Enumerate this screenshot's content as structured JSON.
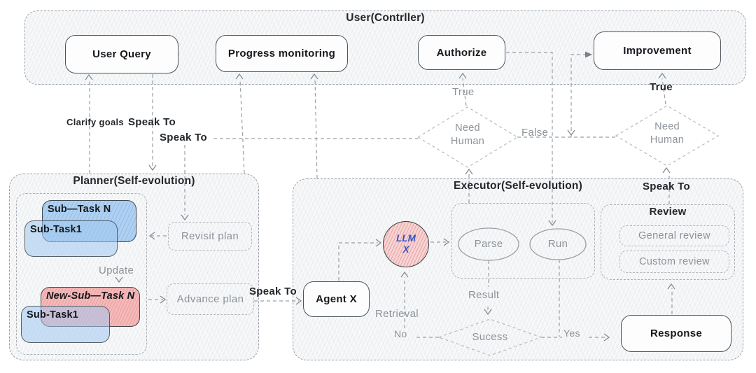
{
  "user_section": {
    "title": "User(Contrller)",
    "user_query": "User Query",
    "progress_monitoring": "Progress monitoring",
    "authorize": "Authorize",
    "improvement": "Improvement"
  },
  "planner_section": {
    "title": "Planner(Self-evolution)",
    "sub_task_n": "Sub—Task N",
    "sub_task1_top": "Sub-Task1",
    "new_sub_task_n": "New-Sub—Task N",
    "sub_task1_bottom": "Sub-Task1",
    "revisit_plan": "Revisit plan",
    "advance_plan": "Advance plan"
  },
  "executor_section": {
    "title": "Executor(Self-evolution)",
    "agent_x": "Agent X",
    "llm": {
      "line1": "LLM",
      "line2": "X"
    },
    "parse": "Parse",
    "run": "Run",
    "review_title": "Review",
    "general_review": "General review",
    "custom_review": "Custom review",
    "response": "Response"
  },
  "diamonds": {
    "need_human_left": {
      "line1": "Need",
      "line2": "Human"
    },
    "need_human_right": {
      "line1": "Need",
      "line2": "Human"
    },
    "success": "Sucess"
  },
  "edge_labels": {
    "clarify_goals": "Clarify goals",
    "speak_to_user": "Speak To",
    "speak_to_planner": "Speak To",
    "speak_to_agent": "Speak To",
    "speak_to_review": "Speak To",
    "true_left": "True",
    "true_right": "True",
    "false": "False",
    "update": "Update",
    "result": "Result",
    "retrieval": "Retrieval",
    "no": "No",
    "yes": "Yes"
  },
  "colors": {
    "task_blue": "#aed0f2",
    "task_pink": "#f5b9b9",
    "llm_text_blue": "#3453c4",
    "gray_label": "#8d939a",
    "dashed_line": "#9aa0a6"
  }
}
